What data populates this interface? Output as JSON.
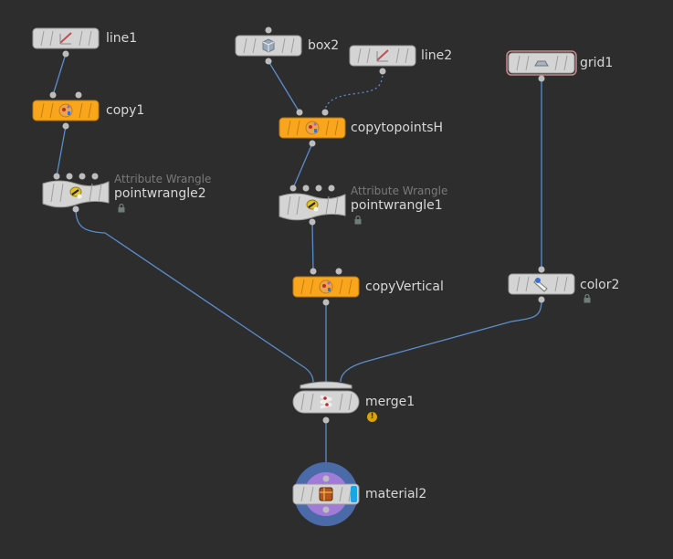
{
  "network": {
    "colors": {
      "background": "#2d2d2d",
      "wire": "#5b8cc9",
      "node_gray": "#d4d4d4",
      "node_orange": "#f9a61c",
      "connector": "#bdbdbd",
      "display_flag": "#19a6e6",
      "material_ring_outer": "#4b6aa8",
      "material_ring_inner": "#a17bd8",
      "grid_border": "#c88a8a"
    },
    "nodes": [
      {
        "id": "line1",
        "label": "line1",
        "type": "line",
        "color": "gray",
        "icon": "line-icon"
      },
      {
        "id": "copy1",
        "label": "copy1",
        "type": "copy",
        "color": "orange",
        "icon": "copy-icon"
      },
      {
        "id": "pointwrangle2",
        "label": "pointwrangle2",
        "subtitle": "Attribute Wrangle",
        "type": "attribwrangle",
        "color": "gray",
        "icon": "wrangle-icon",
        "locked": true
      },
      {
        "id": "box2",
        "label": "box2",
        "type": "box",
        "color": "gray",
        "icon": "box-icon"
      },
      {
        "id": "line2",
        "label": "line2",
        "type": "line",
        "color": "gray",
        "icon": "line-icon"
      },
      {
        "id": "copytopointsH",
        "label": "copytopointsH",
        "type": "copytopoints",
        "color": "orange",
        "icon": "copytopoints-icon"
      },
      {
        "id": "pointwrangle1",
        "label": "pointwrangle1",
        "subtitle": "Attribute Wrangle",
        "type": "attribwrangle",
        "color": "gray",
        "icon": "wrangle-icon",
        "locked": true
      },
      {
        "id": "copyVertical",
        "label": "copyVertical",
        "type": "copy",
        "color": "orange",
        "icon": "copy-icon"
      },
      {
        "id": "grid1",
        "label": "grid1",
        "type": "grid",
        "color": "gray",
        "icon": "grid-icon",
        "selected_border": true
      },
      {
        "id": "color2",
        "label": "color2",
        "type": "color",
        "color": "gray",
        "icon": "color-icon",
        "locked": true
      },
      {
        "id": "merge1",
        "label": "merge1",
        "type": "merge",
        "color": "gray",
        "icon": "merge-icon",
        "warning": true
      },
      {
        "id": "material2",
        "label": "material2",
        "type": "material",
        "color": "gray",
        "icon": "material-icon",
        "display_flag": true,
        "render_flag": true
      }
    ],
    "connections": [
      {
        "from": "line1",
        "to": "copy1",
        "style": "solid"
      },
      {
        "from": "copy1",
        "to": "pointwrangle2",
        "style": "solid"
      },
      {
        "from": "box2",
        "to": "copytopointsH",
        "style": "solid"
      },
      {
        "from": "line2",
        "to": "copytopointsH",
        "style": "dotted"
      },
      {
        "from": "copytopointsH",
        "to": "pointwrangle1",
        "style": "solid"
      },
      {
        "from": "pointwrangle1",
        "to": "copyVertical",
        "style": "solid"
      },
      {
        "from": "grid1",
        "to": "color2",
        "style": "solid"
      },
      {
        "from": "pointwrangle2",
        "to": "merge1",
        "style": "solid"
      },
      {
        "from": "copyVertical",
        "to": "merge1",
        "style": "solid"
      },
      {
        "from": "color2",
        "to": "merge1",
        "style": "solid"
      },
      {
        "from": "merge1",
        "to": "material2",
        "style": "solid"
      }
    ],
    "warning_symbol": "!"
  }
}
